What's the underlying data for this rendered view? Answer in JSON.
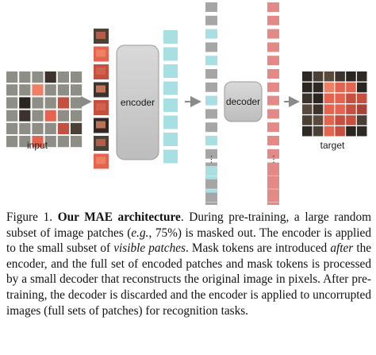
{
  "figure": {
    "labels": {
      "input": "input",
      "encoder": "encoder",
      "decoder": "decoder",
      "target": "target",
      "ellipsis": "⋮"
    },
    "colors": {
      "visible_token": "#a8dfe3",
      "mask_token": "#a6a6a6",
      "decoded_token": "#e48a86",
      "encoder_box": "#c9c9c9",
      "decoder_box": "#cdcdcd",
      "arrow": "#8a8a8a",
      "masked_patch": "#8e8e86"
    }
  },
  "caption": {
    "figure_number": "Figure 1.",
    "title": "Our MAE architecture",
    "p1": ". During pre-training, a large random subset of image patches (",
    "eg": "e.g.",
    "p2": ", 75%) is masked out. The encoder is applied to the small subset of ",
    "visible": "visible patches",
    "p3": ". Mask tokens are introduced ",
    "after": "after",
    "p4": " the encoder, and the full set of en­coded patches and mask tokens is processed by a small decoder that reconstructs the original image in pixels. After pre-training, the decoder is discarded and the encoder is applied to uncorrupted images (full sets of patches) for recognition tasks."
  }
}
